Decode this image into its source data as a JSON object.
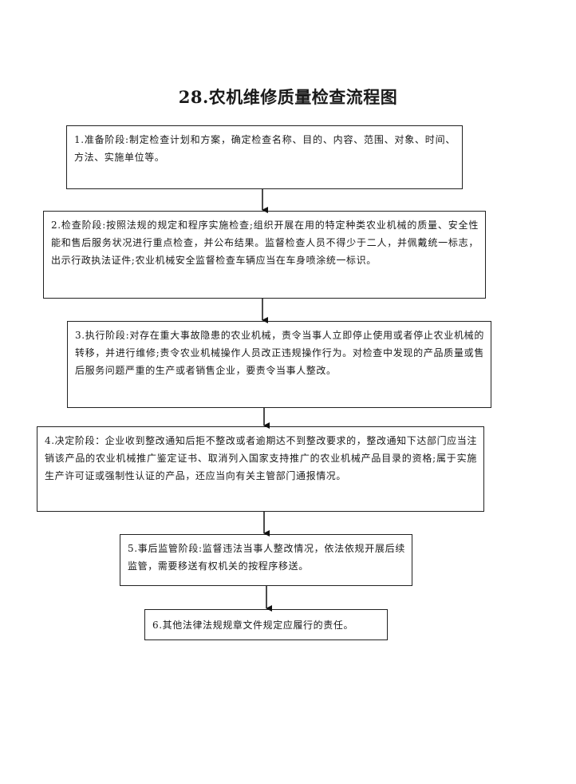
{
  "title": "28.农机维修质量检查流程图",
  "steps": [
    "1.准备阶段:制定检查计划和方案，确定检查名称、目的、内容、范围、对象、时间、方法、实施单位等。",
    "2.检查阶段:按照法规的规定和程序实施检查;组织开展在用的特定种类农业机械的质量、安全性能和售后服务状况进行重点检查，并公布结果。监督检查人员不得少于二人，并佩戴统一标志，出示行政执法证件;农业机械安全监督检查车辆应当在车身喷涂统一标识。",
    "3.执行阶段:对存在重大事故隐患的农业机械，责令当事人立即停止使用或者停止农业机械的转移，并进行维修;责令农业机械操作人员改正违规操作行为。对检查中发现的产品质量或售后服务问题严重的生产或者销售企业，要责令当事人整改。",
    "4.决定阶段：企业收到整改通知后拒不整改或者逾期达不到整改要求的，整改通知下达部门应当注销该产品的农业机械推广鉴定证书、取消列入国家支持推广的农业机械产品目录的资格;属于实施生产许可证或强制性认证的产品，还应当向有关主管部门通报情况。",
    "5.事后监管阶段:监督违法当事人整改情况，依法依规开展后续监管，需要移送有权机关的按程序移送。",
    "6.其他法律法规规章文件规定应履行的责任。"
  ]
}
